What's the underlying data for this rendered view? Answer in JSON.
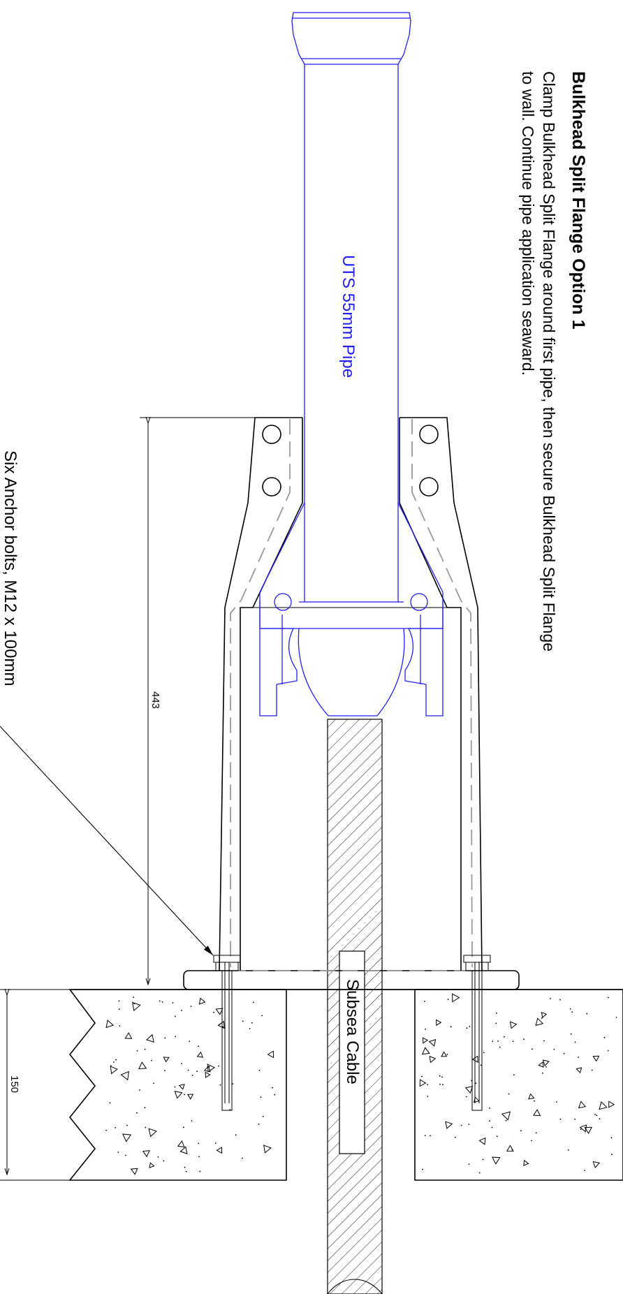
{
  "note": {
    "title": "Bulkhead Split Flange Option 1",
    "line1": "Clamp Bulkhead Split Flange around first pipe, then secure Bulkhead Split Flange",
    "line2": "to wall. Continue pipe application seaward."
  },
  "labels": {
    "pipe": "UTS 55mm Pipe",
    "cable": "Subsea Cable",
    "anchor": "Six Anchor bolts, M12 x 100mm"
  },
  "dimensions": {
    "overall": "443",
    "wall": "150"
  },
  "colors": {
    "pipe_blue": "#1f1fff",
    "line_black": "#000000",
    "hidden_grey": "#9a9a9a"
  }
}
